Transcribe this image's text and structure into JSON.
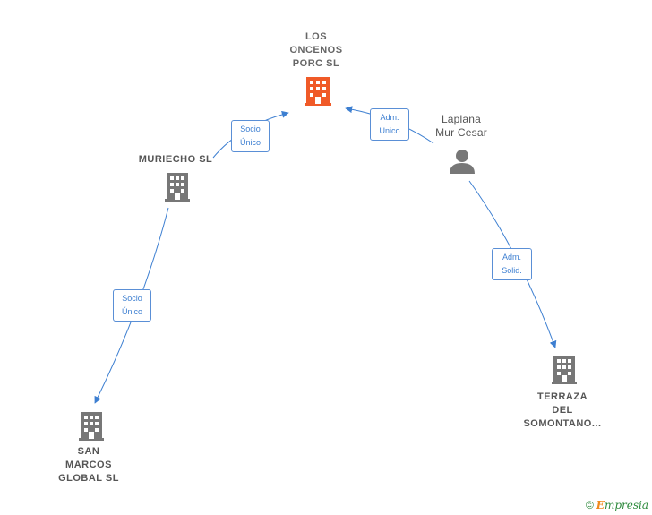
{
  "nodes": {
    "focus": {
      "label": "LOS\nONCENOS\nPORC  SL",
      "color": "#f05a28"
    },
    "muriecho": {
      "label": "MURIECHO  SL"
    },
    "person": {
      "label": "Laplana\nMur Cesar"
    },
    "san_marcos": {
      "label": "SAN\nMARCOS\nGLOBAL  SL"
    },
    "terraza": {
      "label": "TERRAZA\nDEL\nSOMONTANO..."
    }
  },
  "relations": {
    "muriecho_to_focus": "Socio\nÚnico",
    "person_to_focus": "Adm.\nUnico",
    "person_to_terraza": "Adm.\nSolid.",
    "muriecho_to_sanmarcos": "Socio\nÚnico"
  },
  "colors": {
    "edge": "#3d7fd1",
    "building": "#777777",
    "focus_building": "#f05a28"
  },
  "brand": {
    "copyright": "©",
    "name": "mpresia",
    "initial": "E"
  }
}
